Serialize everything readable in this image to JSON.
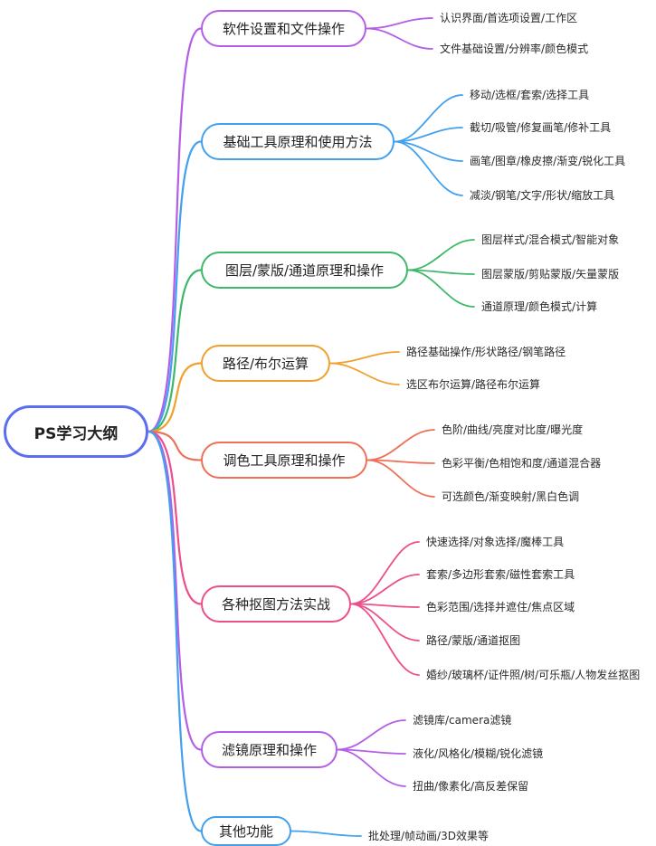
{
  "title": "PS学习大纲",
  "branches": [
    {
      "label": "软件设置和文件操作",
      "color": "#b45ee8",
      "leaves": [
        "认识界面/首选项设置/工作区",
        "文件基础设置/分辨率/颜色模式"
      ]
    },
    {
      "label": "基础工具原理和使用方法",
      "color": "#42a0ee",
      "leaves": [
        "移动/选框/套索/选择工具",
        "截切/吸管/修复画笔/修补工具",
        "画笔/图章/橡皮擦/渐变/锐化工具",
        "减淡/钢笔/文字/形状/缩放工具"
      ]
    },
    {
      "label": "图层/蒙版/通道原理和操作",
      "color": "#3fb86a",
      "leaves": [
        "图层样式/混合模式/智能对象",
        "图层蒙版/剪贴蒙版/矢量蒙版",
        "通道原理/颜色模式/计算"
      ]
    },
    {
      "label": "路径/布尔运算",
      "color": "#f0a02c",
      "leaves": [
        "路径基础操作/形状路径/钢笔路径",
        "选区布尔运算/路径布尔运算"
      ]
    },
    {
      "label": "调色工具原理和操作",
      "color": "#ee7058",
      "leaves": [
        "色阶/曲线/亮度对比度/曝光度",
        "色彩平衡/色相饱和度/通道混合器",
        "可选颜色/渐变映射/黑白色调"
      ]
    },
    {
      "label": "各种抠图方法实战",
      "color": "#ec4f8a",
      "leaves": [
        "快速选择/对象选择/魔棒工具",
        "套索/多边形套索/磁性套索工具",
        "色彩范围/选择并遮住/焦点区域",
        "路径/蒙版/通道抠图",
        "婚纱/玻璃杯/证件照/树/可乐瓶/人物发丝抠图"
      ]
    },
    {
      "label": "滤镜原理和操作",
      "color": "#b45ee8",
      "leaves": [
        "滤镜库/camera滤镜",
        "液化/风格化/模糊/锐化滤镜",
        "扭曲/像素化/高反差保留"
      ]
    },
    {
      "label": "其他功能",
      "color": "#42a0ee",
      "leaves": [
        "批处理/帧动画/3D效果等"
      ]
    }
  ]
}
